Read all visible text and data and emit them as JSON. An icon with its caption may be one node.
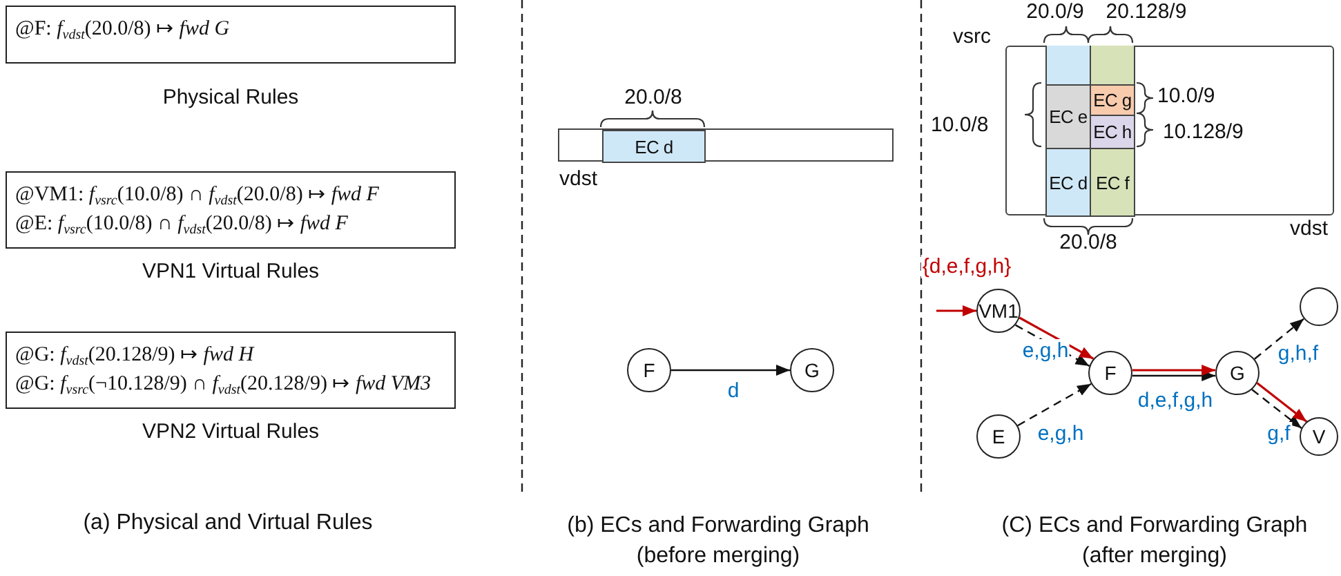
{
  "diagram": {
    "nodes": [
      {
        "text": [
          "@F: *f*$_{vdst}$(20.0/8) ↦ *fwd G*",
          "Physical Rules"
        ]
      },
      {
        "text": [
          "@VM1: *f*$_{vsrc}$(10.0/8) ∩ *f*$_{vdst}$(20.0/8) ↦ *fwd F*",
          "@E: *f*$_{vsrc}$(10.0/8) ∩ *f*$_{vdst}$(20.0/8) ↦ *fwd F*",
          "VPN1 Virtual Rules"
        ]
      },
      {
        "text": [
          "@G: *f*$_{vdst}$(20.128/9) ↦ *fwd H*",
          "@G: *f*$_{vsrc}$(¬10.128/9) ∩ *f*$_{vdst}$(20.128/9) ↦ *fwd VM3*",
          "VPN2 Virtual Rules"
        ]
      },
      {
        "text": [],
        "shape": "bar"
      },
      {
        "text": [
          "EC d"
        ],
        "in": 3
      },
      {
        "text": [
          "F"
        ]
      },
      {
        "text": [
          "G"
        ]
      },
      {
        "text": [],
        "shape": "box"
      },
      {
        "text": [
          "EC e"
        ],
        "in": 7
      },
      {
        "text": [
          "EC g"
        ],
        "in": 7
      },
      {
        "text": [
          "EC h"
        ],
        "in": 7
      },
      {
        "text": [
          "EC d"
        ],
        "in": 7
      },
      {
        "text": [
          "EC f"
        ],
        "in": 7
      },
      {
        "text": [
          "VM1"
        ]
      },
      {
        "text": [
          "F"
        ]
      },
      {
        "text": [
          "E"
        ]
      },
      {
        "text": [
          "G"
        ]
      },
      {
        "text": [],
        "shape": "circle"
      },
      {
        "text": [
          "V"
        ]
      }
    ],
    "edges": [
      {
        "from": 5,
        "to": 6,
        "arrow": "to",
        "label": "d"
      },
      {
        "from": null,
        "to": 13,
        "arrow": "to",
        "label": "{d,e,f,g,h}",
        "color": "#c00000"
      },
      {
        "from": 13,
        "to": 14,
        "arrow": "to",
        "label": "e,g,h",
        "style": "dashed"
      },
      {
        "from": 13,
        "to": 14,
        "arrow": "to",
        "color": "#c00000"
      },
      {
        "from": 15,
        "to": 14,
        "arrow": "to",
        "label": "e,g,h",
        "style": "dashed"
      },
      {
        "from": 14,
        "to": 16,
        "arrow": "to",
        "label": "d,e,f,g,h"
      },
      {
        "from": 14,
        "to": 16,
        "arrow": "to",
        "color": "#c00000"
      },
      {
        "from": 16,
        "to": 17,
        "arrow": "to",
        "label": "g,h,f",
        "style": "dashed"
      },
      {
        "from": 16,
        "to": 18,
        "arrow": "to",
        "label": "g,f",
        "style": "dashed"
      },
      {
        "from": 16,
        "to": 18,
        "arrow": "to",
        "color": "#c00000"
      }
    ],
    "labels": [
      "20.0/8",
      "vdst",
      "20.0/9",
      "20.128/9",
      "vsrc",
      "10.0/8",
      "10.0/9",
      "10.128/9",
      "20.0/8",
      "vdst",
      "(a) Physical and Virtual Rules",
      "(b) ECs and Forwarding Graph (before merging)",
      "(C) ECs and Forwarding Graph (after merging)"
    ]
  }
}
